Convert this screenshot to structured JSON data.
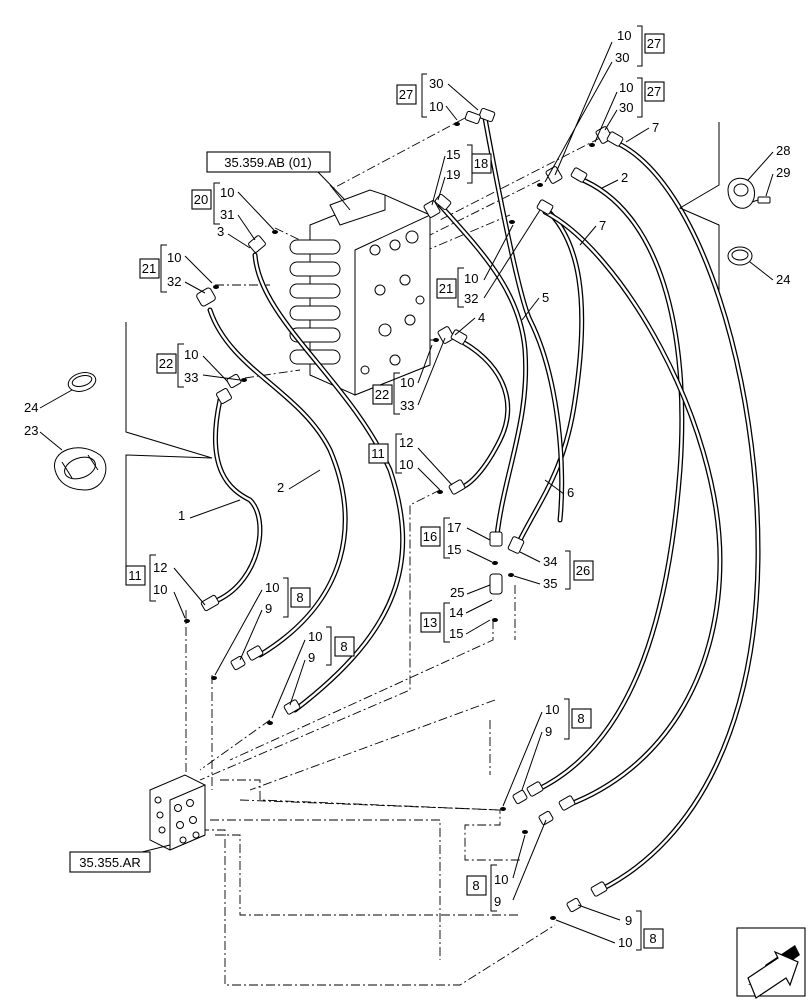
{
  "references": {
    "control_valve": "35.359.AB (01)",
    "manifold": "35.355.AR"
  },
  "callouts": [
    {
      "id": "c27a",
      "top": "30",
      "bottom": "10",
      "box": "27"
    },
    {
      "id": "c27b",
      "top": "10",
      "bottom": "30",
      "box": "27"
    },
    {
      "id": "c27c",
      "top": "10",
      "bottom": "30",
      "box": "27"
    },
    {
      "id": "c18",
      "top": "15",
      "bottom": "19",
      "box": "18"
    },
    {
      "id": "c20",
      "top": "10",
      "bottom": "31",
      "box": "20"
    },
    {
      "id": "c21a",
      "top": "10",
      "bottom": "32",
      "box": "21"
    },
    {
      "id": "c21b",
      "top": "10",
      "bottom": "32",
      "box": "21"
    },
    {
      "id": "c22a",
      "top": "10",
      "bottom": "33",
      "box": "22"
    },
    {
      "id": "c22b",
      "top": "10",
      "bottom": "33",
      "box": "22"
    },
    {
      "id": "c11a",
      "top": "12",
      "bottom": "10",
      "box": "11"
    },
    {
      "id": "c11b",
      "top": "12",
      "bottom": "10",
      "box": "11"
    },
    {
      "id": "c16",
      "top": "17",
      "bottom": "15",
      "box": "16"
    },
    {
      "id": "c26",
      "top": "34",
      "bottom": "35",
      "box": "26"
    },
    {
      "id": "c13",
      "top": "14",
      "bottom": "15",
      "box": "13"
    },
    {
      "id": "c8a",
      "top": "10",
      "bottom": "9",
      "box": "8"
    },
    {
      "id": "c8b",
      "top": "10",
      "bottom": "9",
      "box": "8"
    },
    {
      "id": "c8c",
      "top": "10",
      "bottom": "9",
      "box": "8"
    },
    {
      "id": "c8d",
      "top": "10",
      "bottom": "9",
      "box": "8"
    },
    {
      "id": "c8e",
      "top": "9",
      "bottom": "10",
      "box": "8"
    }
  ],
  "labels": [
    "1",
    "2",
    "2",
    "3",
    "4",
    "5",
    "6",
    "7",
    "7",
    "23",
    "24",
    "24",
    "25",
    "28",
    "29"
  ]
}
